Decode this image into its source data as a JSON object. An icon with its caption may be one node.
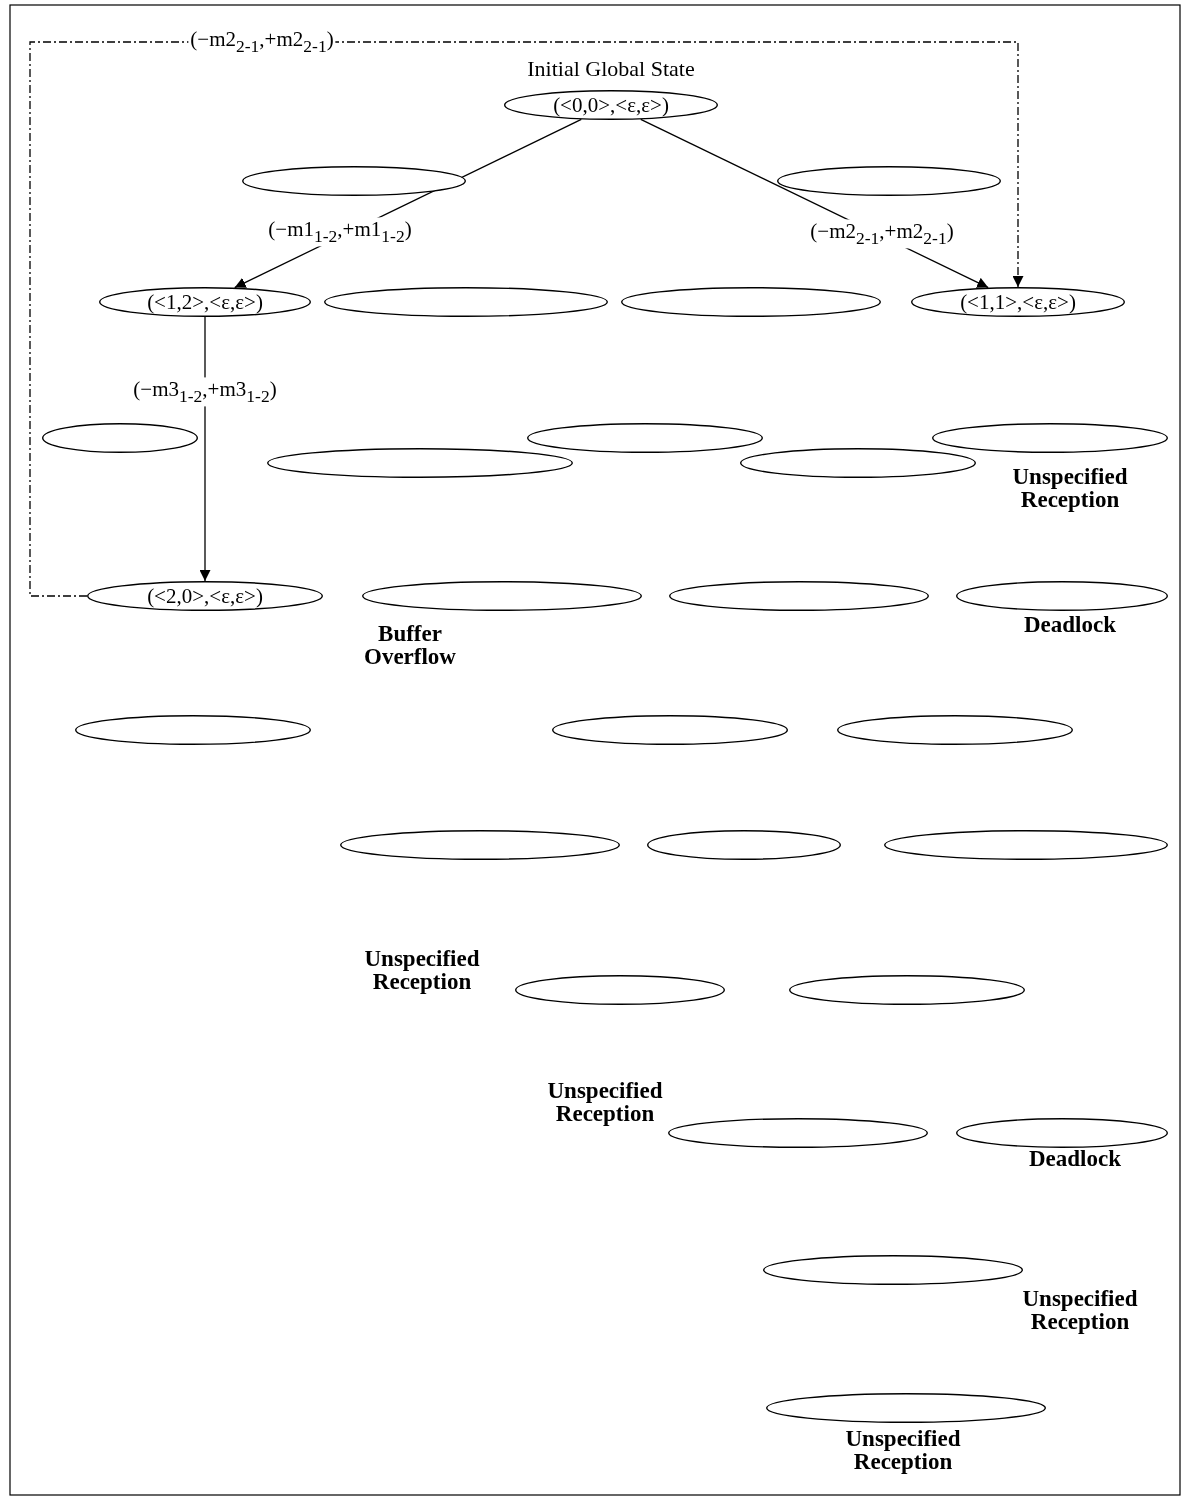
{
  "diagram": {
    "nodes": [
      {
        "text": [
          "Initial Global State",
          "(<0,0>,<ε,ε>)"
        ]
      },
      {
        "text": [],
        "shape": "ellipse"
      },
      {
        "text": [],
        "shape": "ellipse"
      },
      {
        "text": [
          "(<1,2>,<ε,ε>)"
        ]
      },
      {
        "text": [],
        "shape": "ellipse"
      },
      {
        "text": [],
        "shape": "ellipse"
      },
      {
        "text": [
          "(<1,1>,<ε,ε>)"
        ]
      },
      {
        "text": [],
        "shape": "ellipse"
      },
      {
        "text": [],
        "shape": "ellipse"
      },
      {
        "text": [],
        "shape": "ellipse",
        "beside": [
          "Unspecified Reception"
        ]
      },
      {
        "text": [],
        "shape": "ellipse"
      },
      {
        "text": [],
        "shape": "ellipse"
      },
      {
        "text": [
          "(<2,0>,<ε,ε>)"
        ]
      },
      {
        "text": [],
        "shape": "ellipse",
        "beside": [
          "Buffer Overflow"
        ]
      },
      {
        "text": [],
        "shape": "ellipse"
      },
      {
        "text": [],
        "shape": "ellipse",
        "beside": [
          "Deadlock"
        ]
      },
      {
        "text": [],
        "shape": "ellipse"
      },
      {
        "text": [],
        "shape": "ellipse"
      },
      {
        "text": [],
        "shape": "ellipse"
      },
      {
        "text": [],
        "shape": "ellipse"
      },
      {
        "text": [],
        "shape": "ellipse"
      },
      {
        "text": [],
        "shape": "ellipse"
      },
      {
        "text": [],
        "shape": "ellipse",
        "beside": [
          "Unspecified Reception"
        ]
      },
      {
        "text": [],
        "shape": "ellipse"
      },
      {
        "text": [],
        "shape": "ellipse",
        "beside": [
          "Unspecified Reception"
        ]
      },
      {
        "text": [],
        "shape": "ellipse",
        "beside": [
          "Deadlock"
        ]
      },
      {
        "text": [],
        "shape": "ellipse",
        "beside": [
          "Unspecified Reception"
        ]
      },
      {
        "text": [],
        "shape": "ellipse",
        "beside": [
          "Unspecified Reception"
        ]
      }
    ],
    "edges": [
      {
        "from": 0,
        "to": 3,
        "arrow": "to",
        "label": "(−m1$_{1-2}$,+m1$_{1-2}$)"
      },
      {
        "from": 0,
        "to": 6,
        "arrow": "to",
        "label": "(−m2$_{2-1}$,+m2$_{2-1}$)"
      },
      {
        "from": 3,
        "to": 12,
        "arrow": "to",
        "label": "(−m3$_{1-2}$,+m3$_{1-2}$)"
      },
      {
        "from": 12,
        "to": 6,
        "arrow": "to",
        "label": "(−m2$_{2-1}$,+m2$_{2-1}$)",
        "style": "dashed"
      }
    ]
  }
}
